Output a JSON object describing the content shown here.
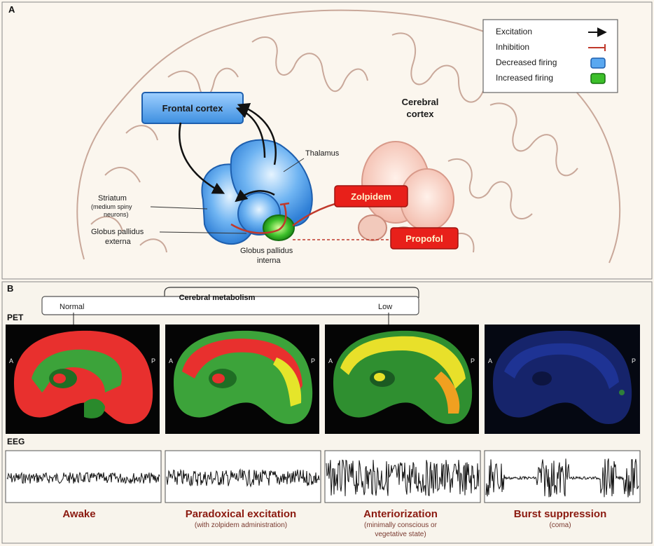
{
  "panel_a": {
    "letter": "A",
    "legend": {
      "excitation": "Excitation",
      "inhibition": "Inhibition",
      "decreased": "Decreased firing",
      "increased": "Increased firing"
    },
    "labels": {
      "frontal_cortex": "Frontal cortex",
      "cerebral_1": "Cerebral",
      "cerebral_2": "cortex",
      "thalamus": "Thalamus",
      "striatum_1": "Striatum",
      "striatum_2": "(medium spiny",
      "striatum_3": "neurons)",
      "gpe_1": "Globus pallidus",
      "gpe_2": "externa",
      "gpi_1": "Globus pallidus",
      "gpi_2": "interna",
      "zolpidem": "Zolpidem",
      "propofol": "Propofol"
    },
    "colors": {
      "excitation": "#111111",
      "inhibition": "#c0392b",
      "decreased": "#5aa8f0",
      "increased": "#3cbf2a",
      "drug": "#e8201a"
    }
  },
  "panel_b": {
    "letter": "B",
    "metabolism_title": "Cerebral metabolism",
    "normal_label": "Normal",
    "low_label": "Low",
    "pet_label": "PET",
    "eeg_label": "EEG",
    "anterior": "A",
    "posterior": "P",
    "states": [
      {
        "name": "Awake",
        "sub1": "",
        "sub2": ""
      },
      {
        "name": "Paradoxical excitation",
        "sub1": "(with zolpidem administration)",
        "sub2": ""
      },
      {
        "name": "Anteriorization",
        "sub1": "(minimally conscious or",
        "sub2": "vegetative state)"
      },
      {
        "name": "Burst suppression",
        "sub1": "(coma)",
        "sub2": ""
      }
    ]
  }
}
